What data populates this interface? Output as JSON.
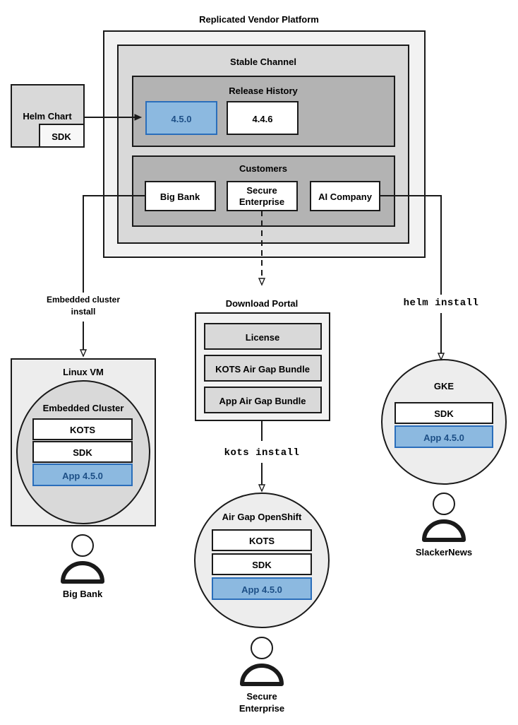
{
  "diagram": {
    "title": "Replicated Vendor Platform",
    "platform": {
      "stable_channel_label": "Stable Channel",
      "release_history": {
        "label": "Release History",
        "releases": [
          {
            "version": "4.5.0",
            "state": "current"
          },
          {
            "version": "4.4.6",
            "state": "previous"
          }
        ]
      },
      "customers": {
        "label": "Customers",
        "items": [
          {
            "name": "Big Bank"
          },
          {
            "name": "Secure\nEnterprise",
            "line1": "Secure",
            "line2": "Enterprise"
          },
          {
            "name": "AI Company"
          }
        ]
      }
    },
    "helm_chart": {
      "label": "Helm Chart",
      "sdk_label": "SDK"
    },
    "connectors": {
      "embedded_install": {
        "line1": "Embedded cluster",
        "line2": "install"
      },
      "kots_install": "kots install",
      "helm_install": "helm install"
    },
    "download_portal": {
      "label": "Download Portal",
      "artifacts": [
        "License",
        "KOTS Air Gap Bundle",
        "App Air Gap Bundle"
      ]
    },
    "targets": [
      {
        "id": "linux-vm",
        "label": "Linux VM",
        "cluster_label": "Embedded Cluster",
        "components": [
          {
            "name": "KOTS",
            "highlight": false
          },
          {
            "name": "SDK",
            "highlight": false
          },
          {
            "name": "App 4.5.0",
            "highlight": true
          }
        ],
        "customer": "Big Bank"
      },
      {
        "id": "air-gap-openshift",
        "label": "Air Gap OpenShift",
        "components": [
          {
            "name": "KOTS",
            "highlight": false
          },
          {
            "name": "SDK",
            "highlight": false
          },
          {
            "name": "App 4.5.0",
            "highlight": true
          }
        ],
        "customer_line1": "Secure",
        "customer_line2": "Enterprise"
      },
      {
        "id": "gke",
        "label": "GKE",
        "components": [
          {
            "name": "SDK",
            "highlight": false
          },
          {
            "name": "App 4.5.0",
            "highlight": true
          }
        ],
        "customer": "SlackerNews"
      }
    ],
    "colors": {
      "stroke": "#1a1a1a",
      "level1_fill": "#f2f2f2",
      "level2_fill": "#d9d9d9",
      "level3_fill": "#b3b3b3",
      "white": "#ffffff",
      "highlight_fill": "#8cb9e0",
      "highlight_stroke": "#2a6ebb",
      "highlight_text": "#1d4f86"
    }
  }
}
